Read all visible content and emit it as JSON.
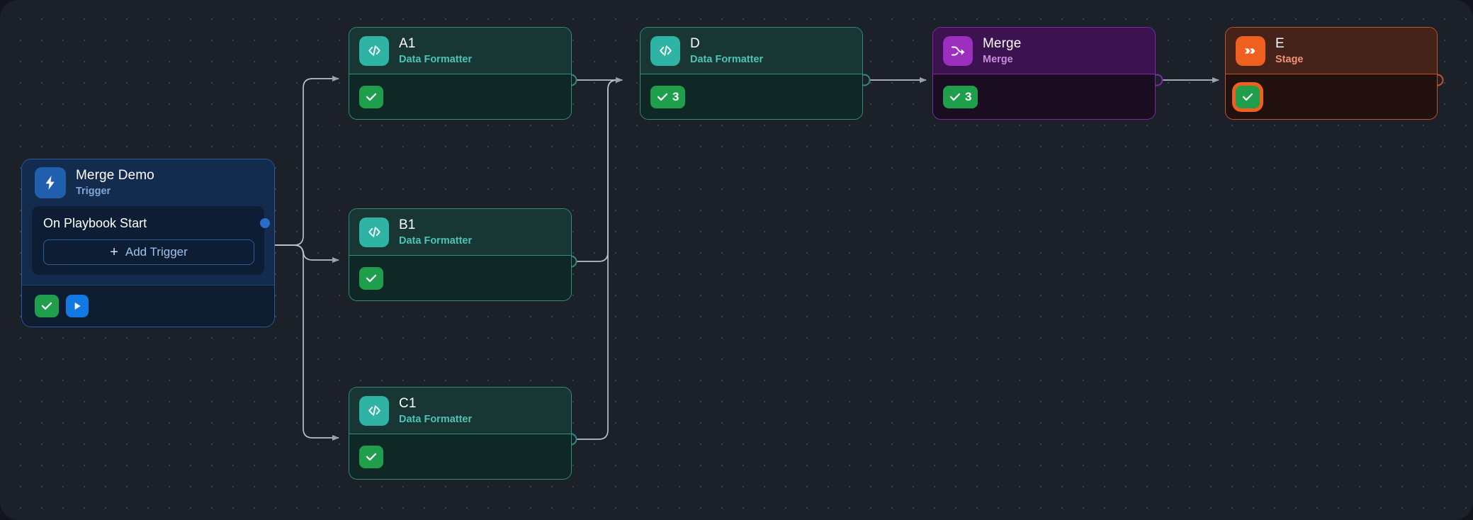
{
  "canvas": {
    "background_color": "#1c2029",
    "grid_dot_color": "#3a3f4b",
    "edge_color": "#b9bfcb"
  },
  "trigger": {
    "title": "Merge Demo",
    "subtitle": "Trigger",
    "icon": "lightning-bolt-icon",
    "icon_color": "#1f5fae",
    "event_label": "On Playbook Start",
    "add_trigger_label": "Add Trigger",
    "add_trigger_plus": "+",
    "status_icon": "check-icon",
    "status_color": "#1f9e4b",
    "run_icon": "play-icon",
    "run_color": "#1278e3"
  },
  "nodes": [
    {
      "id": "a1",
      "title": "A1",
      "subtitle": "Data Formatter",
      "icon": "code-brackets-icon",
      "accent": "#2fb3a4",
      "status_icon": "check-icon",
      "status_count": "",
      "selected": false
    },
    {
      "id": "b1",
      "title": "B1",
      "subtitle": "Data Formatter",
      "icon": "code-brackets-icon",
      "accent": "#2fb3a4",
      "status_icon": "check-icon",
      "status_count": "",
      "selected": false
    },
    {
      "id": "c1",
      "title": "C1",
      "subtitle": "Data Formatter",
      "icon": "code-brackets-icon",
      "accent": "#2fb3a4",
      "status_icon": "check-icon",
      "status_count": "",
      "selected": false
    },
    {
      "id": "d",
      "title": "D",
      "subtitle": "Data Formatter",
      "icon": "code-brackets-icon",
      "accent": "#2fb3a4",
      "status_icon": "check-icon",
      "status_count": "3",
      "selected": false
    },
    {
      "id": "merge",
      "title": "Merge",
      "subtitle": "Merge",
      "icon": "merge-arrow-icon",
      "accent": "#9d2fbe",
      "status_icon": "check-icon",
      "status_count": "3",
      "selected": false
    },
    {
      "id": "e",
      "title": "E",
      "subtitle": "Stage",
      "icon": "double-chevron-icon",
      "accent": "#ef5f20",
      "status_icon": "check-icon",
      "status_count": "",
      "selected": true
    }
  ]
}
